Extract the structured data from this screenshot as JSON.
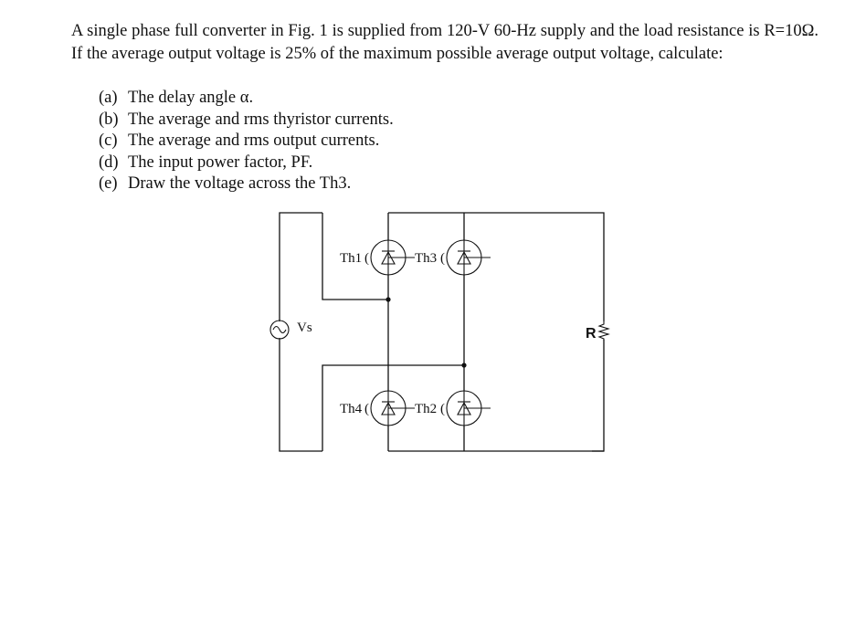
{
  "problem": {
    "intro": "A single phase full converter in Fig. 1 is supplied from 120-V 60-Hz supply and the load resistance is R=10Ω. If the average output voltage is 25% of the maximum possible average output voltage, calculate:",
    "parts": [
      {
        "label": "(a)",
        "text": "The delay angle α."
      },
      {
        "label": "(b)",
        "text": "The average and rms  thyristor currents."
      },
      {
        "label": "(c)",
        "text": "The average and rms output currents."
      },
      {
        "label": "(d)",
        "text": "The input power factor, PF."
      },
      {
        "label": "(e)",
        "text": "Draw the voltage across the Th3."
      }
    ]
  },
  "circuit": {
    "source_label": "Vs",
    "resistor_label": "R",
    "thyristors": [
      {
        "id": "th1",
        "label": "Th1"
      },
      {
        "id": "th3",
        "label": "Th3"
      },
      {
        "id": "th4",
        "label": "Th4"
      },
      {
        "id": "th2",
        "label": "Th2"
      }
    ]
  }
}
